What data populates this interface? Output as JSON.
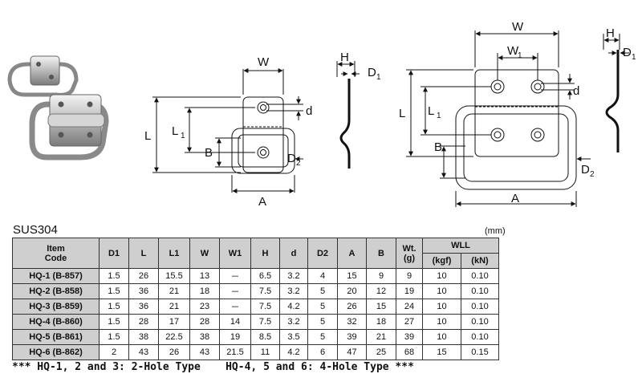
{
  "material": "SUS304",
  "unit": "(mm)",
  "drawing_labels": {
    "W": "W",
    "W1": "W",
    "W1_sub": "1",
    "H": "H",
    "D1": "D",
    "D1_sub": "1",
    "L": "L",
    "L1": "L",
    "L1_sub": "1",
    "d": "d",
    "B": "B",
    "D2": "D",
    "D2_sub": "2",
    "A": "A"
  },
  "table": {
    "headers": {
      "item": "Item",
      "code": "Code",
      "D1": "D1",
      "L": "L",
      "L1": "L1",
      "W": "W",
      "W1": "W1",
      "H": "H",
      "d": "d",
      "D2": "D2",
      "A": "A",
      "B": "B",
      "wt": "Wt.",
      "wt_unit": "(g)",
      "wll": "WLL",
      "kgf": "(kgf)",
      "kn": "(kN)"
    },
    "rows": [
      {
        "code": "HQ-1 (B-857)",
        "D1": "1.5",
        "L": "26",
        "L1": "15.5",
        "W": "13",
        "W1": "－",
        "H": "6.5",
        "d": "3.2",
        "D2": "4",
        "A": "15",
        "B": "9",
        "wt": "9",
        "kgf": "10",
        "kn": "0.10"
      },
      {
        "code": "HQ-2 (B-858)",
        "D1": "1.5",
        "L": "36",
        "L1": "21",
        "W": "18",
        "W1": "－",
        "H": "7.5",
        "d": "3.2",
        "D2": "5",
        "A": "20",
        "B": "12",
        "wt": "19",
        "kgf": "10",
        "kn": "0.10"
      },
      {
        "code": "HQ-3 (B-859)",
        "D1": "1.5",
        "L": "36",
        "L1": "21",
        "W": "23",
        "W1": "－",
        "H": "7.5",
        "d": "4.2",
        "D2": "5",
        "A": "26",
        "B": "15",
        "wt": "24",
        "kgf": "10",
        "kn": "0.10"
      },
      {
        "code": "HQ-4 (B-860)",
        "D1": "1.5",
        "L": "28",
        "L1": "17",
        "W": "28",
        "W1": "14",
        "H": "7.5",
        "d": "3.2",
        "D2": "5",
        "A": "32",
        "B": "18",
        "wt": "27",
        "kgf": "10",
        "kn": "0.10"
      },
      {
        "code": "HQ-5 (B-861)",
        "D1": "1.5",
        "L": "38",
        "L1": "22.5",
        "W": "38",
        "W1": "19",
        "H": "8.5",
        "d": "3.5",
        "D2": "5",
        "A": "39",
        "B": "21",
        "wt": "39",
        "kgf": "10",
        "kn": "0.10"
      },
      {
        "code": "HQ-6 (B-862)",
        "D1": "2",
        "L": "43",
        "L1": "26",
        "W": "43",
        "W1": "21.5",
        "H": "11",
        "d": "4.2",
        "D2": "6",
        "A": "47",
        "B": "25",
        "wt": "68",
        "kgf": "15",
        "kn": "0.15"
      }
    ]
  },
  "footnote": "*** HQ-1, 2 and 3: 2-Hole Type    HQ-4, 5 and 6: 4-Hole Type ***"
}
